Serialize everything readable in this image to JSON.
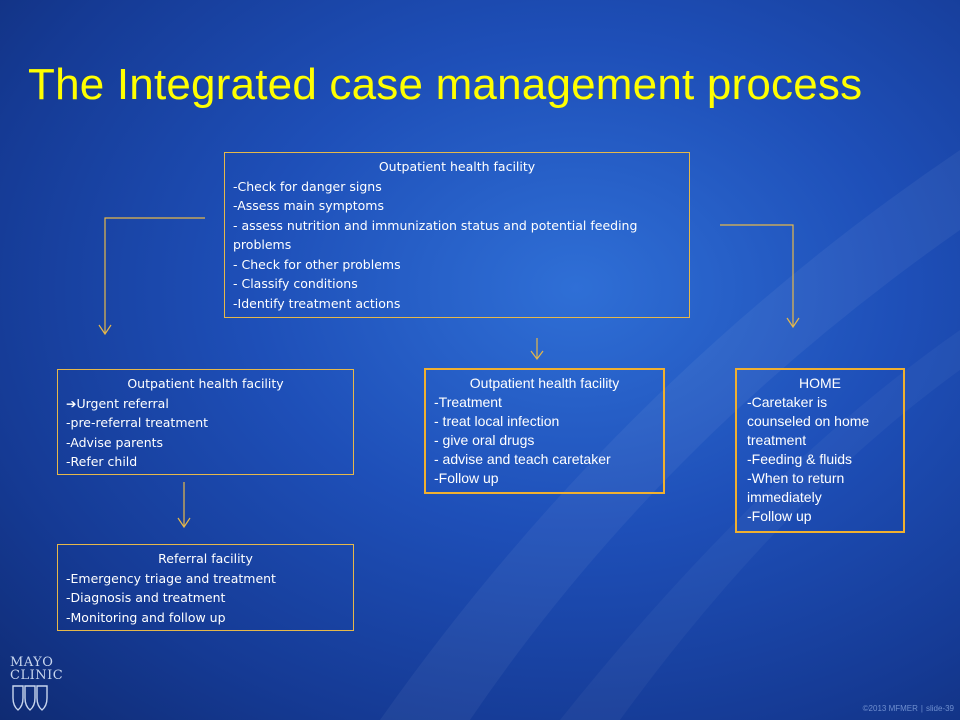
{
  "title": "The Integrated case management process",
  "boxes": {
    "top": {
      "title": "Outpatient health facility",
      "lines": [
        "-Check for danger signs",
        "-Assess main symptoms",
        "- assess nutrition and immunization status and potential feeding problems",
        "- Check for other problems",
        "- Classify conditions",
        "-Identify treatment actions"
      ]
    },
    "urgent": {
      "title": "Outpatient health facility",
      "arrow_glyph": "➔",
      "lines": [
        "Urgent referral",
        "-pre-referral treatment",
        "-Advise parents",
        "-Refer child"
      ]
    },
    "referral": {
      "title": "Referral facility",
      "lines": [
        "-Emergency triage and treatment",
        "-Diagnosis and treatment",
        "-Monitoring and follow up"
      ]
    },
    "treatment": {
      "title": "Outpatient health facility",
      "lines": [
        "-Treatment",
        "- treat local infection",
        "- give oral drugs",
        "- advise and teach caretaker",
        "-Follow up"
      ]
    },
    "home": {
      "title": "HOME",
      "lines": [
        "-Caretaker is counseled on home treatment",
        "-Feeding & fluids",
        "-When to return immediately",
        "-Follow up"
      ]
    }
  },
  "logo": {
    "line1": "MAYO",
    "line2": "CLINIC"
  },
  "footer": {
    "copyright": "©2013 MFMER",
    "separator": "|",
    "slide": "slide-39"
  },
  "colors": {
    "title": "#ffff00",
    "box_border": "#f0b030",
    "connector": "#e6b84a",
    "text": "#ffffff"
  }
}
